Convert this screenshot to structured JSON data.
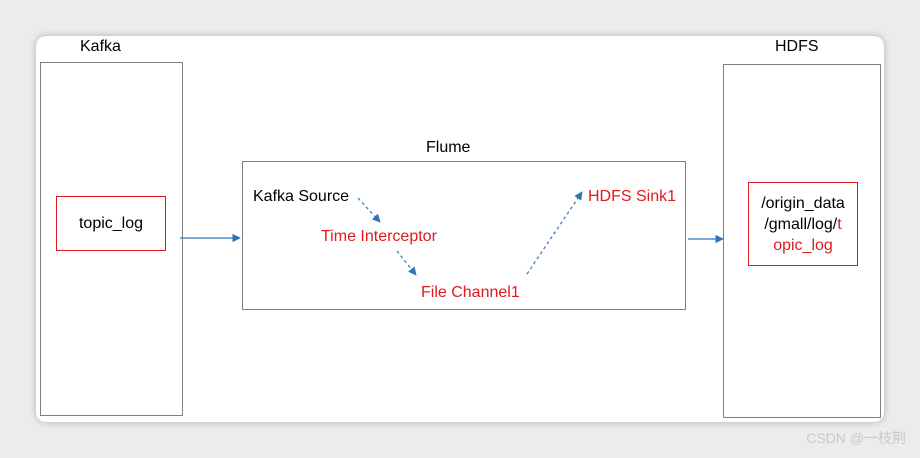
{
  "kafka": {
    "title": "Kafka",
    "topic": "topic_log"
  },
  "flume": {
    "title": "Flume",
    "source": "Kafka Source",
    "interceptor": "Time Interceptor",
    "channel": "File Channel1",
    "sink": "HDFS Sink1"
  },
  "hdfs": {
    "title": "HDFS",
    "path_line1": "/origin_data",
    "path_line2_black": "/gmall/log/",
    "path_line2_red": "t",
    "path_line3": "opic_log"
  },
  "colors": {
    "highlight": "#e0191f",
    "arrow": "#2e75b6",
    "border": "#7f7f7f"
  },
  "watermark": "CSDN @一枝荆"
}
